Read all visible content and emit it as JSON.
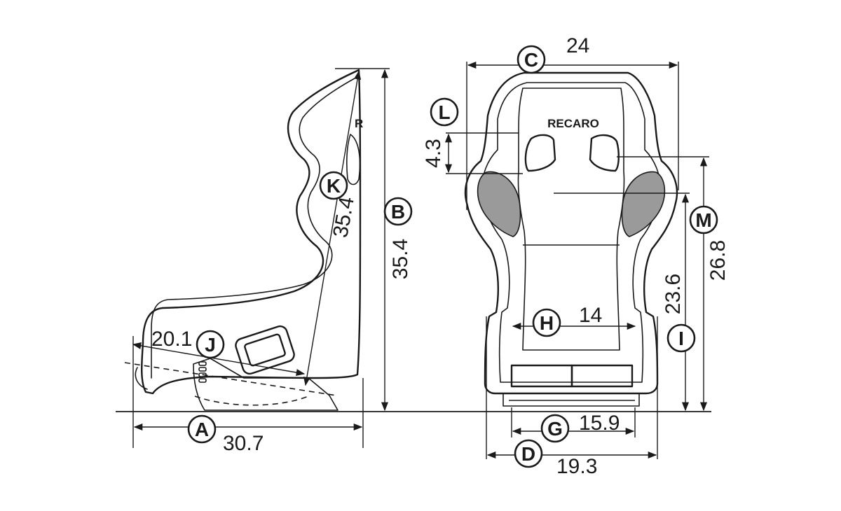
{
  "brand": "RECARO",
  "side_brand": "R",
  "labels": {
    "A": "A",
    "B": "B",
    "C": "C",
    "D": "D",
    "G": "G",
    "H": "H",
    "I": "I",
    "J": "J",
    "K": "K",
    "L": "L",
    "M": "M"
  },
  "dimensions": {
    "A": "30.7",
    "B": "35.4",
    "C": "24",
    "D": "19.3",
    "G": "15.9",
    "H": "14",
    "I": "23.6",
    "J": "20.1",
    "K": "35.4",
    "L": "4.3",
    "M": "26.8"
  }
}
